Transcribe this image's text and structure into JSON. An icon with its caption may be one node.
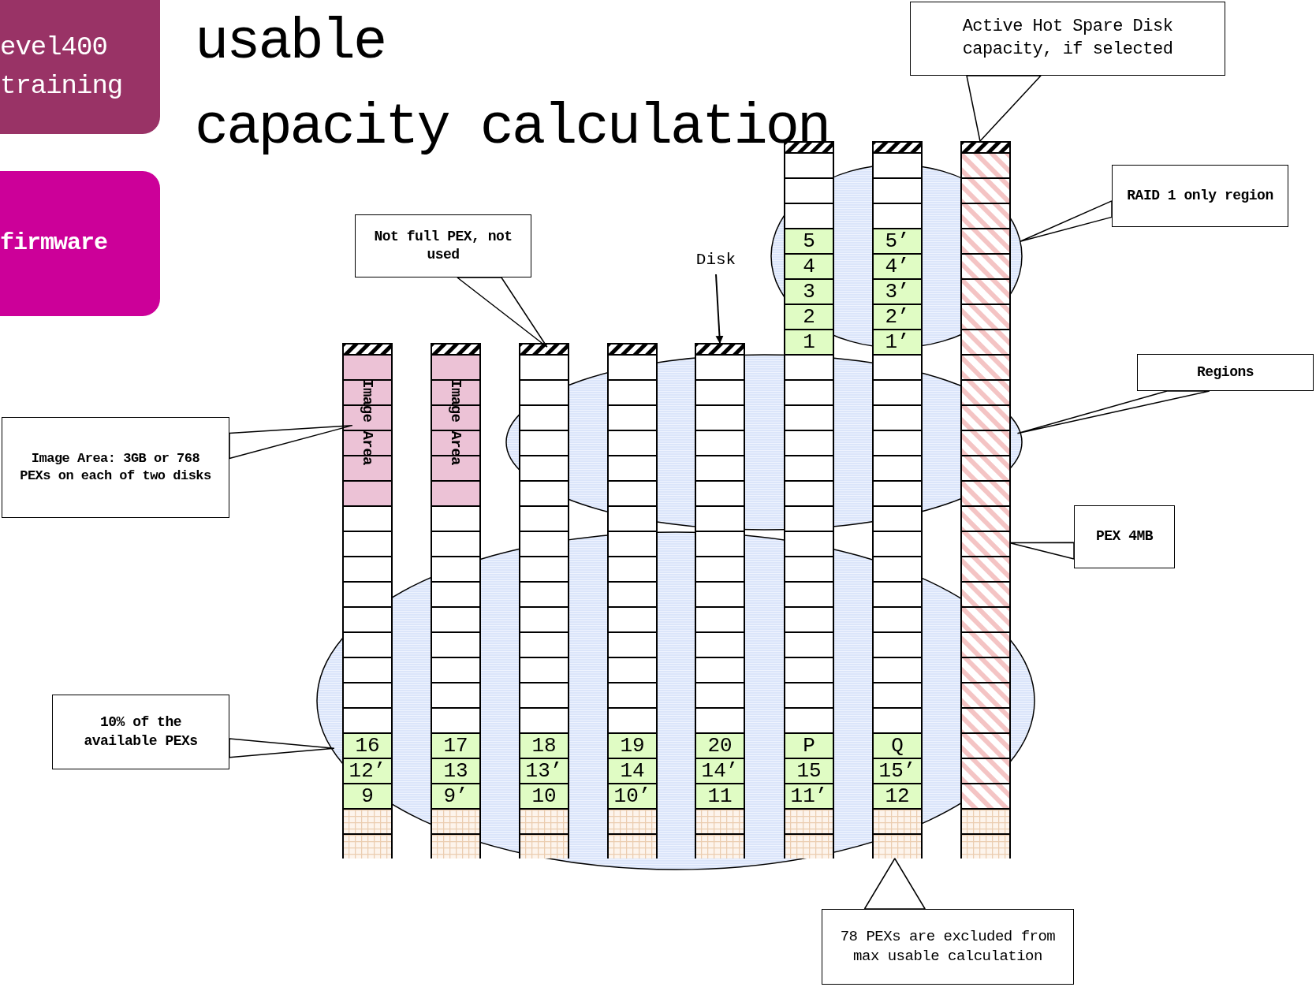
{
  "diagram": {
    "title": "usable capacity calculation",
    "nodes": [
      {
        "text": [
          "evel400 training"
        ]
      },
      {
        "text": [
          "firmware"
        ]
      },
      {
        "text": [
          "Active Hot Spare Disk capacity, if selected"
        ]
      },
      {
        "text": [
          "RAID 1 only region"
        ]
      },
      {
        "text": [
          "Not full PEX, not used"
        ]
      },
      {
        "text": [
          "Disk"
        ]
      },
      {
        "text": [
          "Regions"
        ]
      },
      {
        "text": [
          "Image Area: 3GB or 768 PEXs on each of two disks"
        ]
      },
      {
        "text": [
          "PEX 4MB"
        ]
      },
      {
        "text": [
          "10% of the available PEXs"
        ]
      },
      {
        "text": [
          "78 PEXs are excluded from max usable calculation"
        ]
      },
      {
        "text": [],
        "shape": "ellipse"
      },
      {
        "text": [],
        "shape": "ellipse"
      },
      {
        "text": [],
        "shape": "ellipse"
      },
      {
        "text": [
          "Image Area",
          "16",
          "12’",
          "9"
        ]
      },
      {
        "text": [
          "Image Area",
          "17",
          "13",
          "9’"
        ]
      },
      {
        "text": [
          "18",
          "13’",
          "10"
        ]
      },
      {
        "text": [
          "19",
          "14",
          "10’"
        ]
      },
      {
        "text": [
          "20",
          "14’",
          "11"
        ]
      },
      {
        "text": [
          "5",
          "4",
          "3",
          "2",
          "1",
          "P",
          "15",
          "11’"
        ]
      },
      {
        "text": [
          "5’",
          "4’",
          "3’",
          "2’",
          "1’",
          "Q",
          "15’",
          "12"
        ]
      },
      {
        "text": [],
        "shape": "bar"
      }
    ],
    "edges": [
      {
        "from": 2,
        "to": 21,
        "arrow": "none"
      },
      {
        "from": 3,
        "to": 11,
        "arrow": "none"
      },
      {
        "from": 6,
        "to": 12,
        "arrow": "none"
      },
      {
        "from": 8,
        "to": 21,
        "arrow": "none"
      },
      {
        "from": 4,
        "to": 16,
        "arrow": "none"
      },
      {
        "from": 5,
        "to": 18,
        "arrow": "to"
      },
      {
        "from": 7,
        "to": 14,
        "arrow": "none"
      },
      {
        "from": 9,
        "to": 13,
        "arrow": "none"
      },
      {
        "from": 10,
        "to": 20,
        "arrow": "none"
      }
    ]
  }
}
